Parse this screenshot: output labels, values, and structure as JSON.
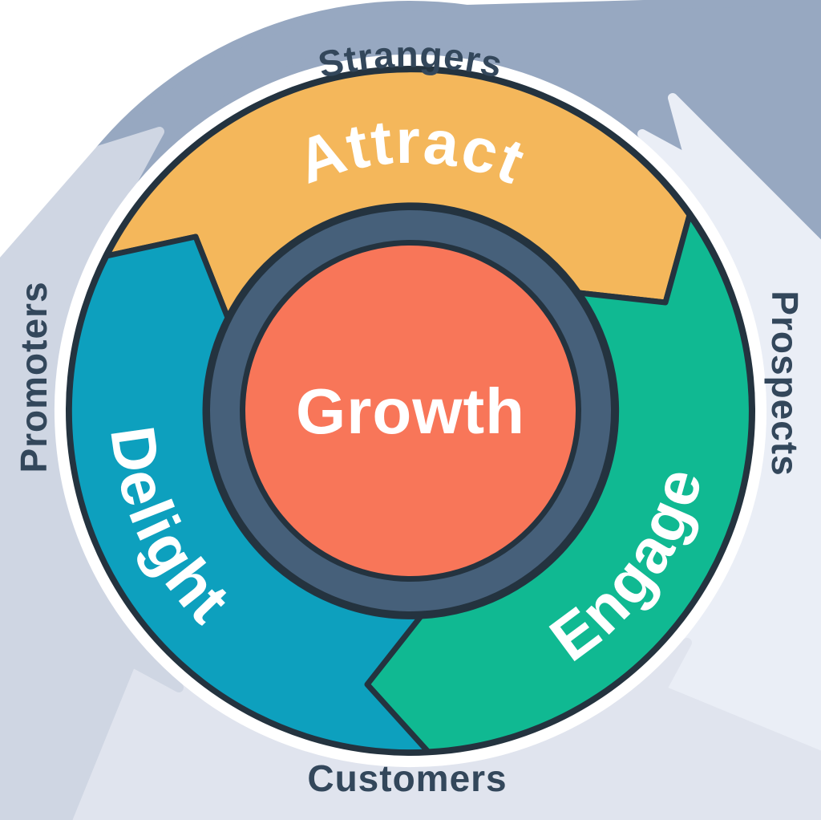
{
  "diagram": {
    "name": "flywheel",
    "center": {
      "label": "Growth"
    },
    "segments": [
      {
        "id": "attract",
        "label": "Attract",
        "color": "#f4b75b"
      },
      {
        "id": "engage",
        "label": "Engage",
        "color": "#10b992"
      },
      {
        "id": "delight",
        "label": "Delight",
        "color": "#0da0be"
      }
    ],
    "audiences": [
      {
        "id": "strangers",
        "label": "Strangers",
        "position": "top",
        "color": "#97a8c1"
      },
      {
        "id": "prospects",
        "label": "Prospects",
        "position": "right",
        "color": "#eaeef6"
      },
      {
        "id": "customers",
        "label": "Customers",
        "position": "bottom",
        "color": "#e0e4ee"
      },
      {
        "id": "promoters",
        "label": "Promoters",
        "position": "left",
        "color": "#cfd6e3"
      }
    ],
    "colors": {
      "growth_core": "#f87659",
      "inner_ring": "#46607a",
      "outline": "#24333f",
      "segment_text": "#ffffff",
      "audience_text": "#33475b",
      "attract": "#f4b75b",
      "engage": "#10b992",
      "delight": "#0da0be",
      "strangers_zone": "#97a8c1",
      "prospects_zone": "#eaeef6",
      "customers_zone": "#e0e4ee",
      "promoters_zone": "#cfd6e3"
    }
  }
}
